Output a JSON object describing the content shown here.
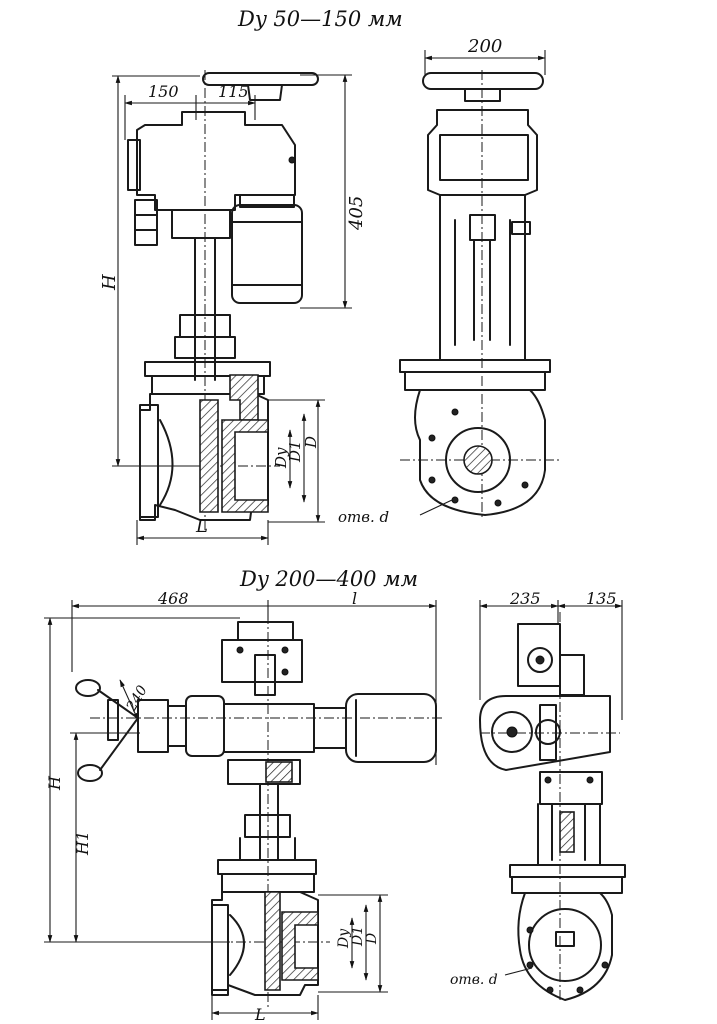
{
  "titles": {
    "top": "Dy 50—150 мм",
    "bottom": "Dy 200—400 мм"
  },
  "top_drawing": {
    "dims": {
      "d150": "150",
      "d115": "115",
      "d200": "200",
      "d405": "405"
    },
    "labels": {
      "H": "H",
      "L": "L",
      "Dy": "Dy",
      "D1": "D1",
      "D": "D",
      "hole": "отв. d"
    }
  },
  "bottom_drawing": {
    "dims": {
      "d468": "468",
      "l": "l",
      "d240": "240",
      "d235": "235",
      "d135": "135"
    },
    "labels": {
      "H": "H",
      "H1": "H1",
      "L": "L",
      "Dy": "Dy",
      "D1": "D1",
      "D": "D",
      "hole": "отв. d"
    }
  }
}
